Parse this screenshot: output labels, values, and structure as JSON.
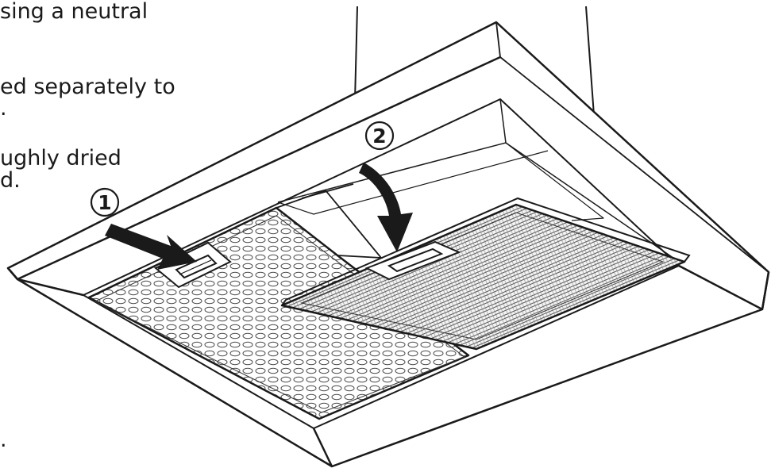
{
  "text_fragments": {
    "line1": "sing a neutral",
    "line2": "ed separately to",
    "line3": ".",
    "line4": "ughly dried",
    "line5": "d.",
    "line6": "."
  },
  "callouts": {
    "one": "1",
    "two": "2"
  },
  "colors": {
    "ink": "#1a1a1a",
    "paper": "#ffffff"
  }
}
